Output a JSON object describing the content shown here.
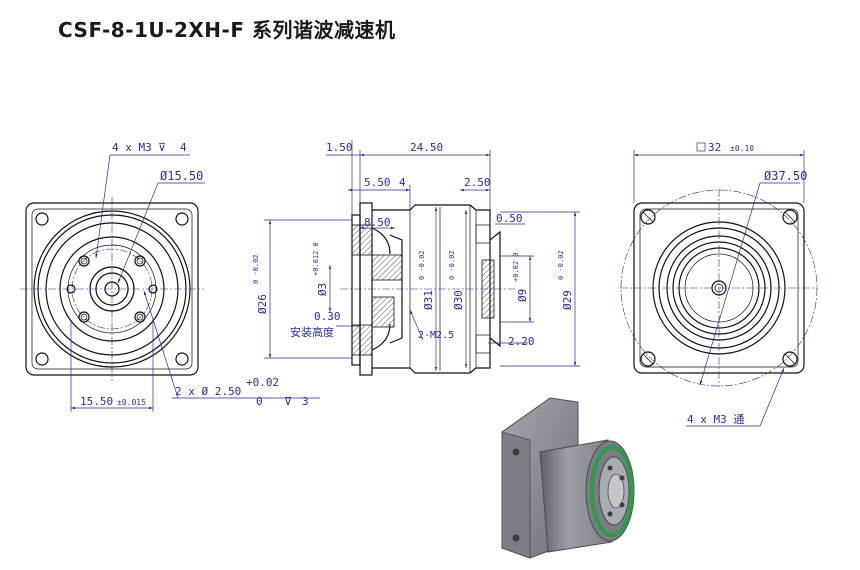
{
  "title": "CSF-8-1U-2XH-F 系列谐波减速机",
  "front_view": {
    "tap_holes": "4 x M3",
    "tap_depth": "4",
    "pcd": "Ø15.50",
    "pcd_dim": "15.50",
    "pcd_tol": "±0.015",
    "pin_holes": "2 x Ø 2.50",
    "pin_tol_upper": "+0.02",
    "pin_tol_lower": "0",
    "pin_depth": "3"
  },
  "side_view": {
    "d_1_50": "1.50",
    "d_24_50": "24.50",
    "d_5_50": "5.50",
    "d_4": "4",
    "d_2_50": "2.50",
    "d_8_50": "8.50",
    "d_0_50": "0.50",
    "d_0_30": "0.30",
    "install_height": "安装高度",
    "d_2_m2_5": "2-M2.5",
    "d_2_20": "2.20",
    "dia_26": "Ø26",
    "dia_26_tol": "0  -0.02",
    "dia_3": "Ø3",
    "dia_3_tol": "+0.012  0",
    "dia_31": "Ø31",
    "dia_31_tol": "0  -0.02",
    "dia_30": "Ø30",
    "dia_30_tol": "0  -0.02",
    "dia_9": "Ø9",
    "dia_9_tol": "+0.02  0",
    "dia_29": "Ø29",
    "dia_29_tol": "0  -0.02"
  },
  "rear_view": {
    "square": "32",
    "square_tol": "±0.10",
    "pcd": "Ø37.50",
    "holes": "4 x M3 通"
  },
  "colors": {
    "dimension": "#2a2d9c",
    "outline": "#111111",
    "housing": "#8d9096",
    "seal_ring": "#2f9b4a"
  }
}
